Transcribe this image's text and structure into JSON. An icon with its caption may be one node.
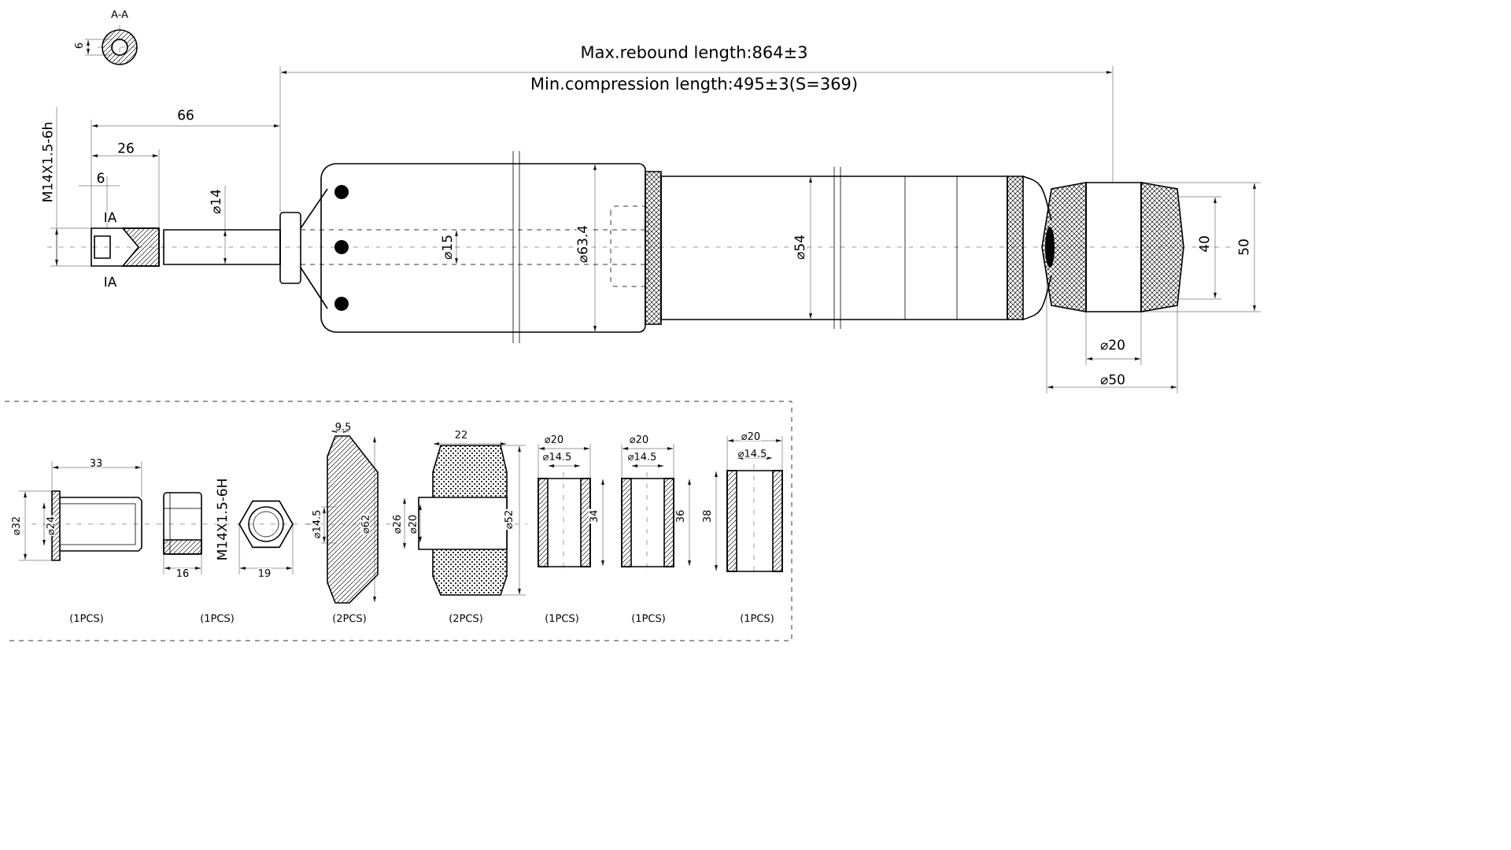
{
  "diagram": {
    "labels": [
      "A-A",
      "6",
      "Max.rebound length:864±3",
      "Min.compression length:495±3(S=369)",
      "M14X1.5-6h",
      "66",
      "26",
      "6",
      "⌀14",
      "IA",
      "⌀15",
      "⌀63.4",
      "⌀54",
      "40",
      "50",
      "IA",
      "⌀20",
      "⌀50",
      "9.5",
      "22",
      "⌀20",
      "⌀20",
      "⌀20",
      "33",
      "⌀14.5",
      "⌀14.5",
      "⌀14.5",
      "⌀32",
      "⌀24",
      "M14X1.5-6H",
      "⌀14.5",
      "⌀62",
      "⌀26",
      "⌀20",
      "⌀52",
      "34",
      "36",
      "38",
      "16",
      "19",
      "(1PCS)",
      "(1PCS)",
      "(2PCS)",
      "(2PCS)",
      "(1PCS)",
      "(1PCS)",
      "(1PCS)"
    ]
  }
}
